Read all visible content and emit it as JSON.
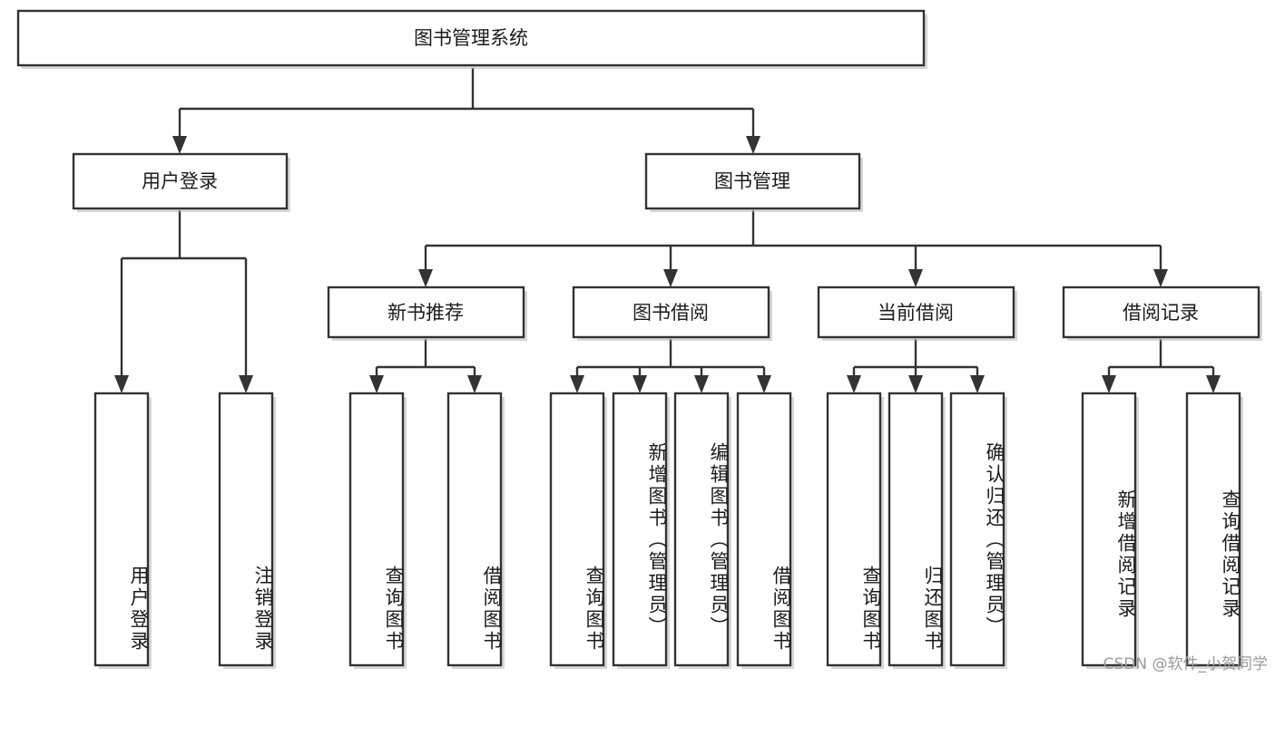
{
  "diagram": {
    "title": "图书管理系统",
    "type": "tree-hierarchy",
    "root": {
      "id": "root",
      "label": "图书管理系统"
    },
    "level2": [
      {
        "id": "user-login",
        "label": "用户登录"
      },
      {
        "id": "book-management",
        "label": "图书管理"
      }
    ],
    "level3": [
      {
        "id": "new-book-recommend",
        "label": "新书推荐",
        "parent": "book-management"
      },
      {
        "id": "book-borrow",
        "label": "图书借阅",
        "parent": "book-management"
      },
      {
        "id": "current-borrow",
        "label": "当前借阅",
        "parent": "book-management"
      },
      {
        "id": "borrow-record",
        "label": "借阅记录",
        "parent": "book-management"
      }
    ],
    "leaves": {
      "user-login": [
        {
          "id": "leaf-user-login",
          "label": "用户登录"
        },
        {
          "id": "leaf-logout",
          "label": "注销登录"
        }
      ],
      "new-book-recommend": [
        {
          "id": "leaf-query-book-1",
          "label": "查询图书"
        },
        {
          "id": "leaf-borrow-book-1",
          "label": "借阅图书"
        }
      ],
      "book-borrow": [
        {
          "id": "leaf-query-book-2",
          "label": "查询图书"
        },
        {
          "id": "leaf-add-book",
          "label": "新增图书（管理员）"
        },
        {
          "id": "leaf-edit-book",
          "label": "编辑图书（管理员）"
        },
        {
          "id": "leaf-borrow-book-2",
          "label": "借阅图书"
        }
      ],
      "current-borrow": [
        {
          "id": "leaf-query-book-3",
          "label": "查询图书"
        },
        {
          "id": "leaf-return-book",
          "label": "归还图书"
        },
        {
          "id": "leaf-confirm-return",
          "label": "确认归还（管理员）"
        }
      ],
      "borrow-record": [
        {
          "id": "leaf-add-record",
          "label": "新增借阅记录"
        },
        {
          "id": "leaf-query-record",
          "label": "查询借阅记录"
        }
      ]
    },
    "colors": {
      "box_stroke": "#333333",
      "box_fill": "#ffffff",
      "connector": "#333333",
      "text": "#1b1b1b",
      "watermark": "#9a9a9a",
      "background": "#ffffff"
    }
  },
  "watermark": {
    "text": "CSDN @软件_小贺同学"
  }
}
